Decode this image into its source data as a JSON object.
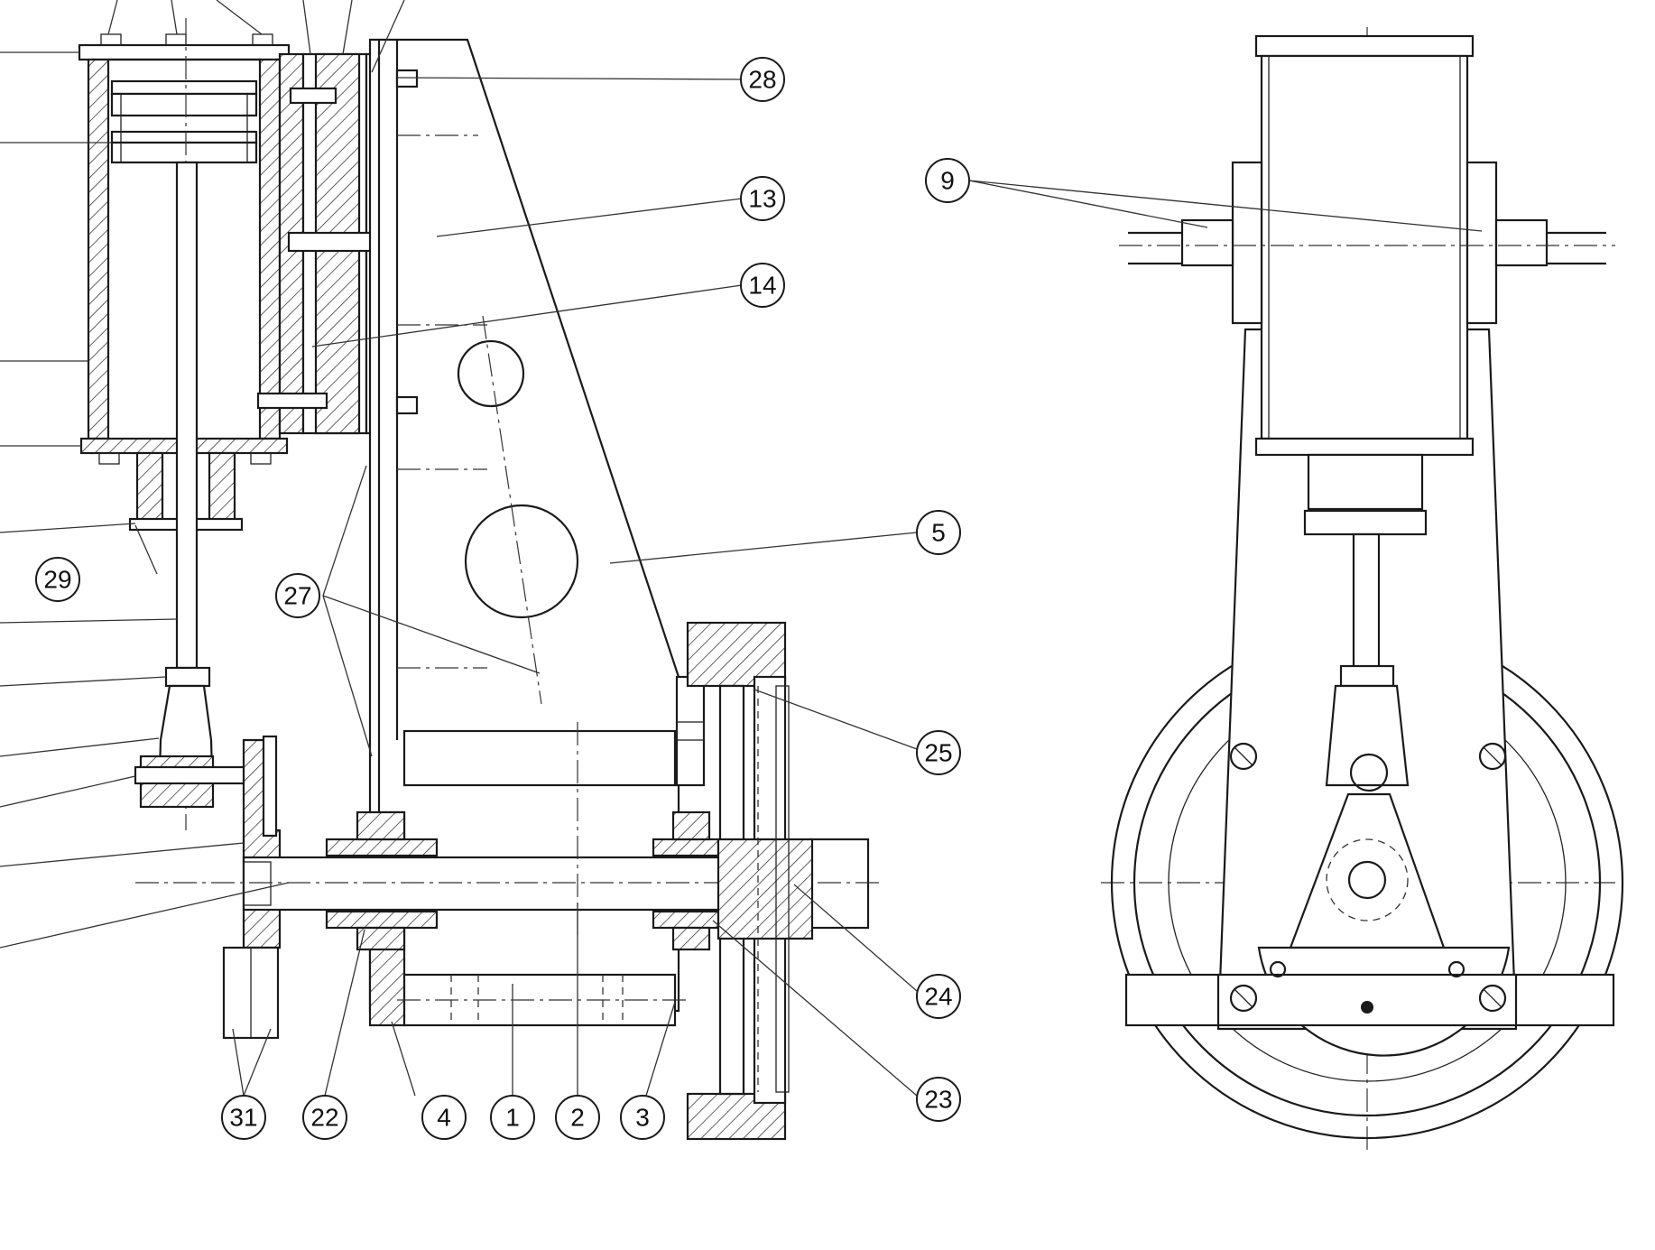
{
  "drawing": {
    "ink_color": "#1a1a1a",
    "background": "#ffffff",
    "part_labels": [
      {
        "id": "p28",
        "text": "28"
      },
      {
        "id": "p13",
        "text": "13"
      },
      {
        "id": "p14",
        "text": "14"
      },
      {
        "id": "p9",
        "text": "9"
      },
      {
        "id": "p5",
        "text": "5"
      },
      {
        "id": "p29",
        "text": "29"
      },
      {
        "id": "p27",
        "text": "27"
      },
      {
        "id": "p25",
        "text": "25"
      },
      {
        "id": "p24",
        "text": "24"
      },
      {
        "id": "p23",
        "text": "23"
      },
      {
        "id": "p31",
        "text": "31"
      },
      {
        "id": "p22",
        "text": "22"
      },
      {
        "id": "p4",
        "text": "4"
      },
      {
        "id": "p1",
        "text": "1"
      },
      {
        "id": "p2",
        "text": "2"
      },
      {
        "id": "p3",
        "text": "3"
      }
    ]
  }
}
